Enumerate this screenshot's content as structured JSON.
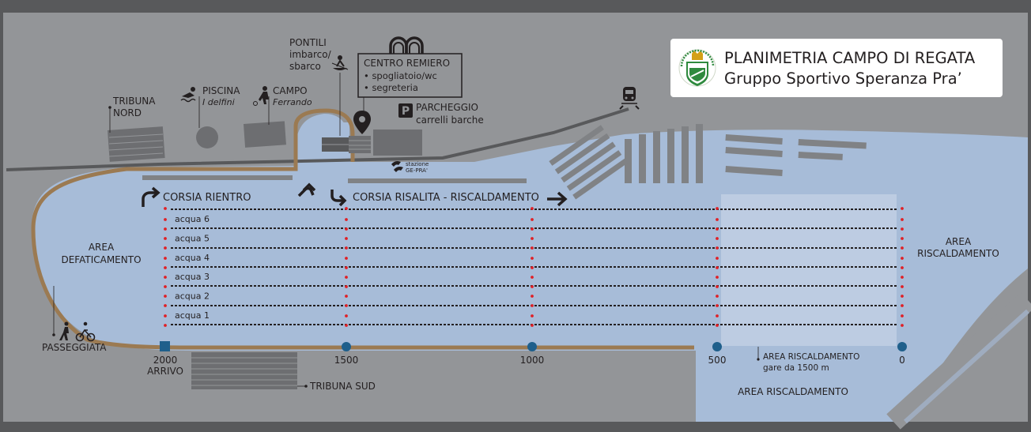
{
  "header": {
    "title": "PLANIMETRIA CAMPO DI REGATA",
    "subtitle": "Gruppo Sportivo Speranza Pra’"
  },
  "landmarks": {
    "tribuna_nord": [
      "TRIBUNA",
      "NORD"
    ],
    "piscina": [
      "PISCINA",
      "I delfini"
    ],
    "campo": [
      "CAMPO",
      "Ferrando"
    ],
    "pontili": [
      "PONTILI",
      "imbarco/",
      "sbarco"
    ],
    "centro_remiero": [
      "CENTRO REMIERO",
      "• spogliatoio/wc",
      "• segreteria"
    ],
    "parcheggio": [
      "PARCHEGGIO",
      "carrelli barche"
    ],
    "parcheggio_sign": "P",
    "stazione": [
      "stazione",
      "GE-PRA'"
    ],
    "tribuna_sud": "TRIBUNA SUD",
    "passeggiata": "PASSEGGIATA"
  },
  "areas": {
    "defaticamento": [
      "AREA",
      "DEFATICAMENTO"
    ],
    "riscaldamento_right": [
      "AREA",
      "RISCALDAMENTO"
    ],
    "riscaldamento_1500": [
      "AREA RISCALDAMENTO",
      "gare da 1500 m"
    ],
    "riscaldamento_bottom": "AREA RISCALDAMENTO"
  },
  "lanes": [
    "acqua 6",
    "acqua 5",
    "acqua 4",
    "acqua 3",
    "acqua 2",
    "acqua 1"
  ],
  "corsie": {
    "rientro": "CORSIA RIENTRO",
    "risalita": "CORSIA RISALITA - RISCALDAMENTO"
  },
  "distances": {
    "d2000": [
      "2000",
      "ARRIVO"
    ],
    "d1500": "1500",
    "d1000": "1000",
    "d500": "500",
    "d0": "0"
  },
  "colors": {
    "land": "#939598",
    "water": "#a7bcd8",
    "path": "#9b7a52",
    "buoy": "#e02026",
    "marker": "#1f5f8b"
  },
  "icons": {
    "pool": "swimmer-icon",
    "field": "soccer-player-icon",
    "rower": "rower-icon",
    "train": "train-icon",
    "walk": "pedestrian-icon",
    "bike": "cyclist-icon",
    "pin": "location-pin-icon",
    "boathouse": "boathouse-arches-icon"
  }
}
